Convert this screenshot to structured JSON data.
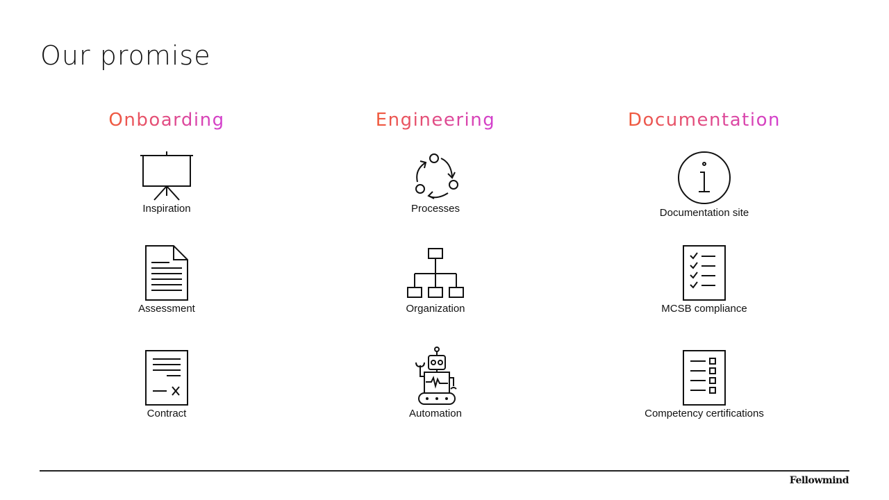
{
  "title": "Our promise",
  "columns": [
    {
      "heading": "Onboarding",
      "items": [
        {
          "label": "Inspiration",
          "icon": "presentation-board-icon"
        },
        {
          "label": "Assessment",
          "icon": "document-icon"
        },
        {
          "label": "Contract",
          "icon": "contract-icon"
        }
      ]
    },
    {
      "heading": "Engineering",
      "items": [
        {
          "label": "Processes",
          "icon": "cycle-icon"
        },
        {
          "label": "Organization",
          "icon": "org-chart-icon"
        },
        {
          "label": "Automation",
          "icon": "robot-icon"
        }
      ]
    },
    {
      "heading": "Documentation",
      "items": [
        {
          "label": "Documentation site",
          "icon": "info-icon"
        },
        {
          "label": "MCSB compliance",
          "icon": "checklist-icon"
        },
        {
          "label": "Competency certifications",
          "icon": "checkbox-list-icon"
        }
      ]
    }
  ],
  "footer": {
    "logo": "Fellowmind"
  },
  "colors": {
    "gradient_start": "#f05a3a",
    "gradient_end": "#d23ed0"
  }
}
